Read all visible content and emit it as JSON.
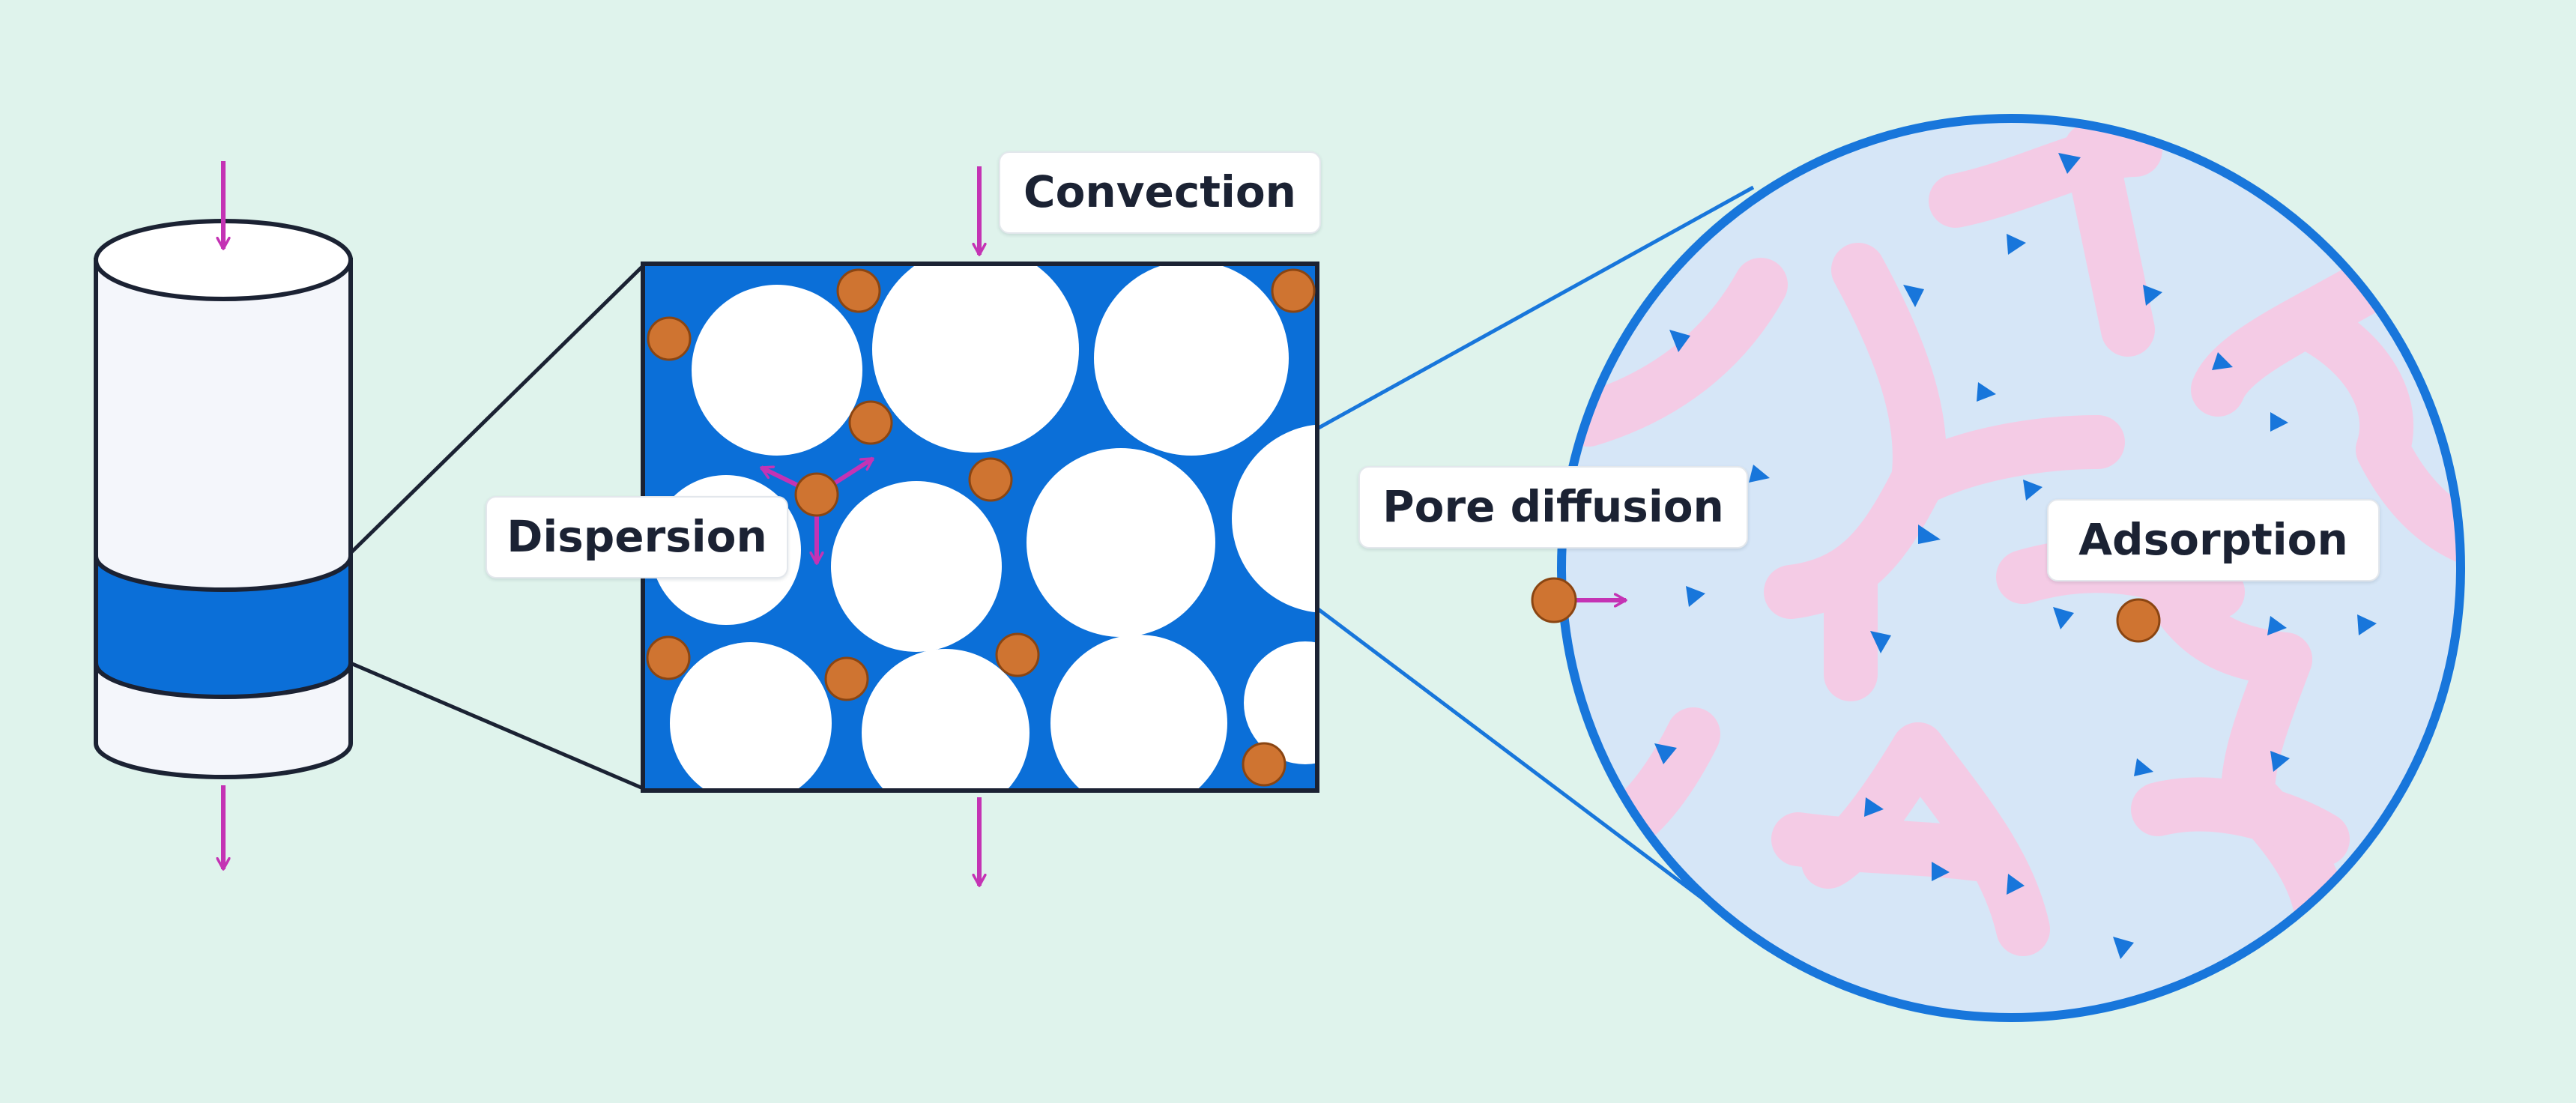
{
  "labels": {
    "convection": "Convection",
    "dispersion": "Dispersion",
    "pore_diffusion": "Pore diffusion",
    "adsorption": "Adsorption"
  },
  "colors": {
    "background": "#dff3ec",
    "bed_blue": "#0b6fd8",
    "flow_arrow": "#c433b4",
    "solute": "#cf7431",
    "solute_stroke": "#8a4512",
    "pore_liquid": "#d6e6f7",
    "ligand_chain": "#f4cbe5",
    "ligand_site": "#1876db",
    "outline": "#1b2233"
  },
  "icons": [
    "flow-arrow-icon",
    "solute-molecule-icon",
    "ligand-site-icon"
  ]
}
